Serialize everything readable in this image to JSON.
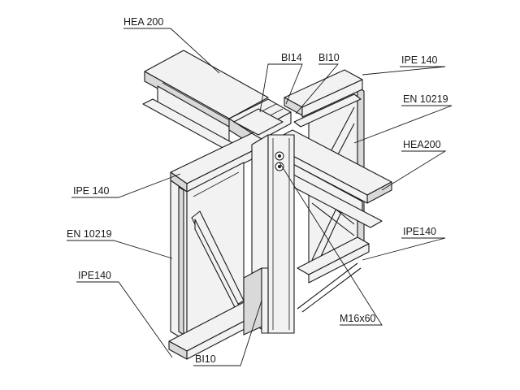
{
  "labels": {
    "hea200_top": "HEA 200",
    "bi14": "BI14",
    "bi10_top": "BI10",
    "ipe140_top_right": "IPE 140",
    "en10219_right": "EN 10219",
    "hea200_right": "HEA200",
    "ipe140_left": "IPE 140",
    "en10219_left": "EN 10219",
    "ipe140_right_lower": "IPE140",
    "ipe140_left_lower": "IPE140",
    "m16x60": "M16x60",
    "bi10_bottom": "BI10"
  }
}
